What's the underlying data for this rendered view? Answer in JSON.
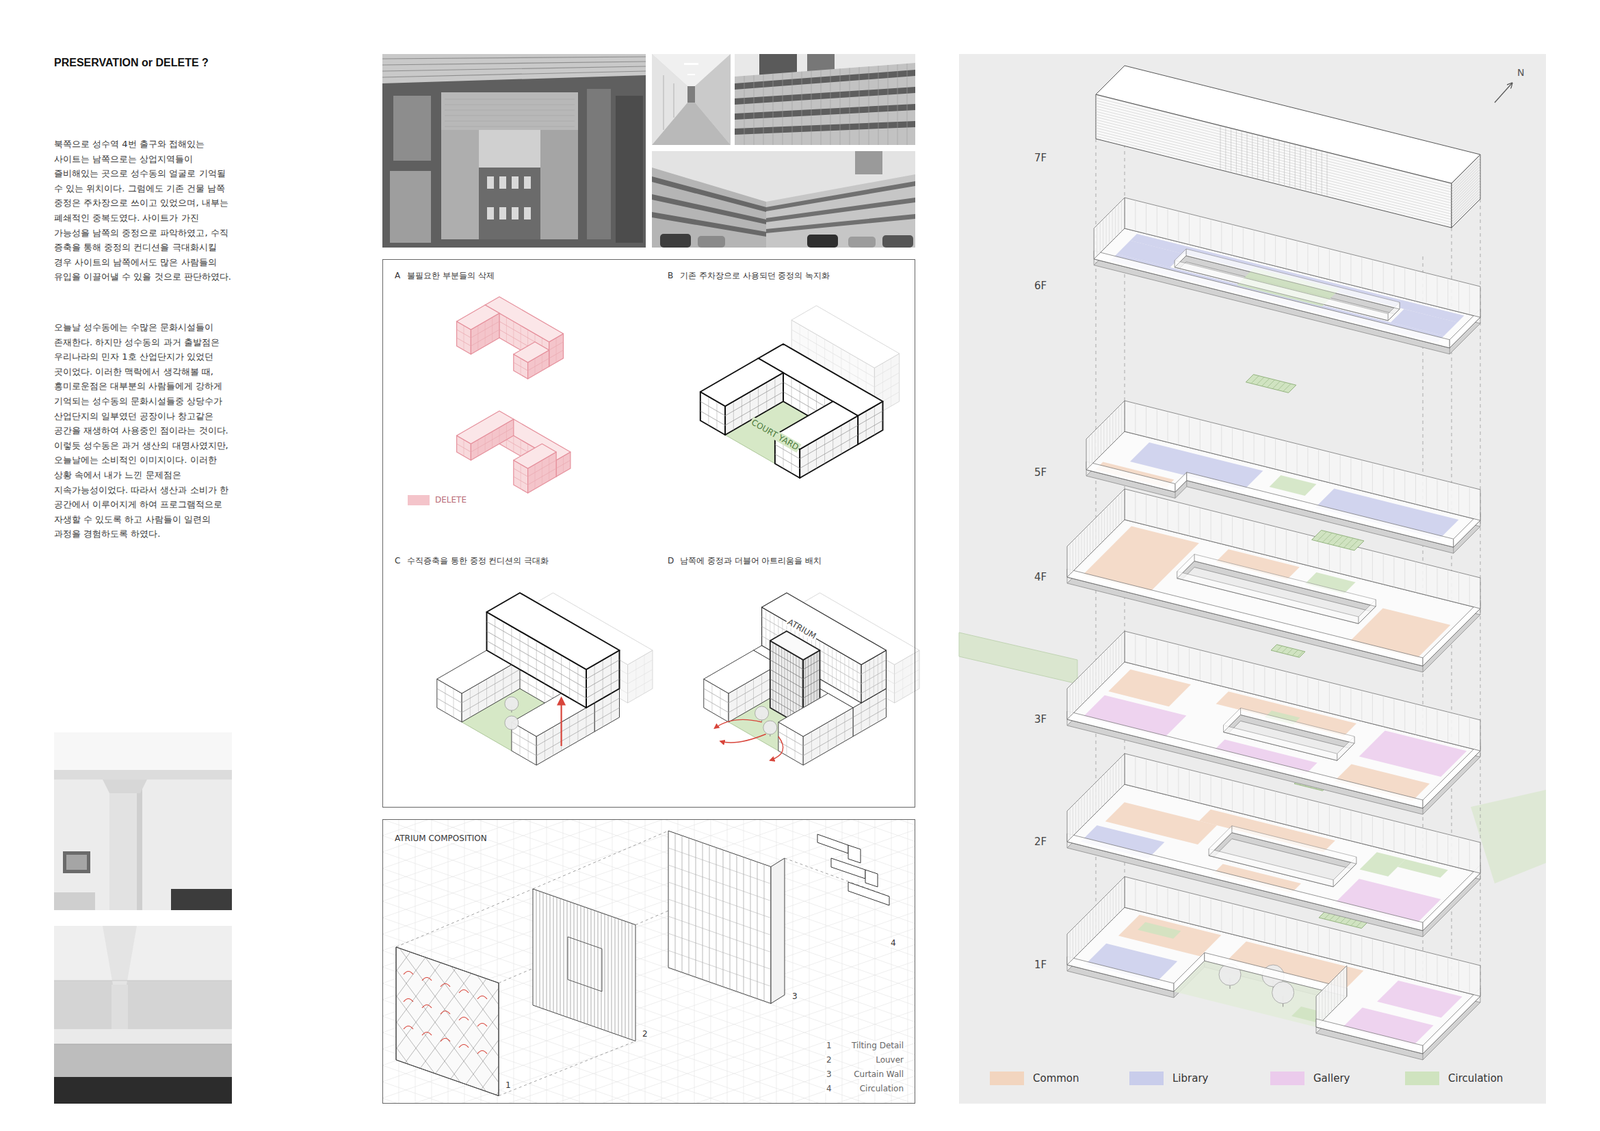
{
  "diagram": {
    "title": "PRESERVATION or DELETE ?",
    "nodes": [
      {
        "text": [
          "A",
          "불필요한 부분들의 삭제",
          "B",
          "기존 주차장으로 사용되던 중정의 녹지화",
          "C",
          "수직증축을 통한 중정 컨디션의 극대화",
          "D",
          "남쪽에 중정과 더블어 아트리움을 배치"
        ]
      },
      {
        "text": [
          "ATRIUM COMPOSITION"
        ]
      }
    ],
    "labels": [
      "북쪽으로 성수역 4번 출구와 접해있는 사이트는 남쪽으로는 상업지역들이 즐비해있는 곳으로 성수동의 얼굴로 기억될 수 있는 위치이다. 그럼에도 기존 건물 남쪽 중정은 주차장으로 쓰이고 있었으며, 내부는 폐쇄적인 중복도였다. 사이트가 가진 가능성을 남쪽의 중정으로 파악하였고, 수직 증축을 통해 중정의 컨디션을 극대화시킬 경우 사이트의 남쪽에서도 많은 사람들의 유입을 이끌어낼 수 있을 것으로 판단하였다.",
      "오늘날 성수동에는 수많은 문화시설들이 존재한다. 하지만 성수동의 과거 출발점은 우리나라의 민자 1호 산업단지가 있었던 곳이었다. 이러한 맥락에서 생각해볼 때, 흥미로운점은 대부분의 사람들에게 강하게 기억되는 성수동의 문화시설들중 상당수가 산업단지의 일부였던 공장이나 창고같은 공간을 재생하여 사용중인 점이라는 것이다. 이렇듯 성수동은 과거 생산의 대명사였지만, 오늘날에는 소비적인 이미지이다. 이러한 상황 속에서 내가 느낀 문제점은 지속가능성이었다. 따라서 생산과 소비가 한 공간에서 이루어지게 하여 프로그램적으로 자생할 수 있도록 하고 사람들이 일련의 과정을 경험하도록 하였다.",
      "COURT YARD",
      "ATRIUM",
      "1",
      "2",
      "3",
      "4",
      "1",
      "Tilting Detail",
      "2",
      "Louver",
      "3",
      "Curtain Wall",
      "4",
      "Circulation",
      "N",
      "7F",
      "6F",
      "5F",
      "4F",
      "3F",
      "2F",
      "1F"
    ],
    "legend": [
      {
        "text": "DELETE",
        "color": "#f4c4ca"
      },
      {
        "text": "Common",
        "color": "#f2d5bf"
      },
      {
        "text": "Library",
        "color": "#c9cdeb"
      },
      {
        "text": "Gallery",
        "color": "#ebcbec"
      },
      {
        "text": "Circulation",
        "color": "#cfe3bf"
      }
    ]
  }
}
